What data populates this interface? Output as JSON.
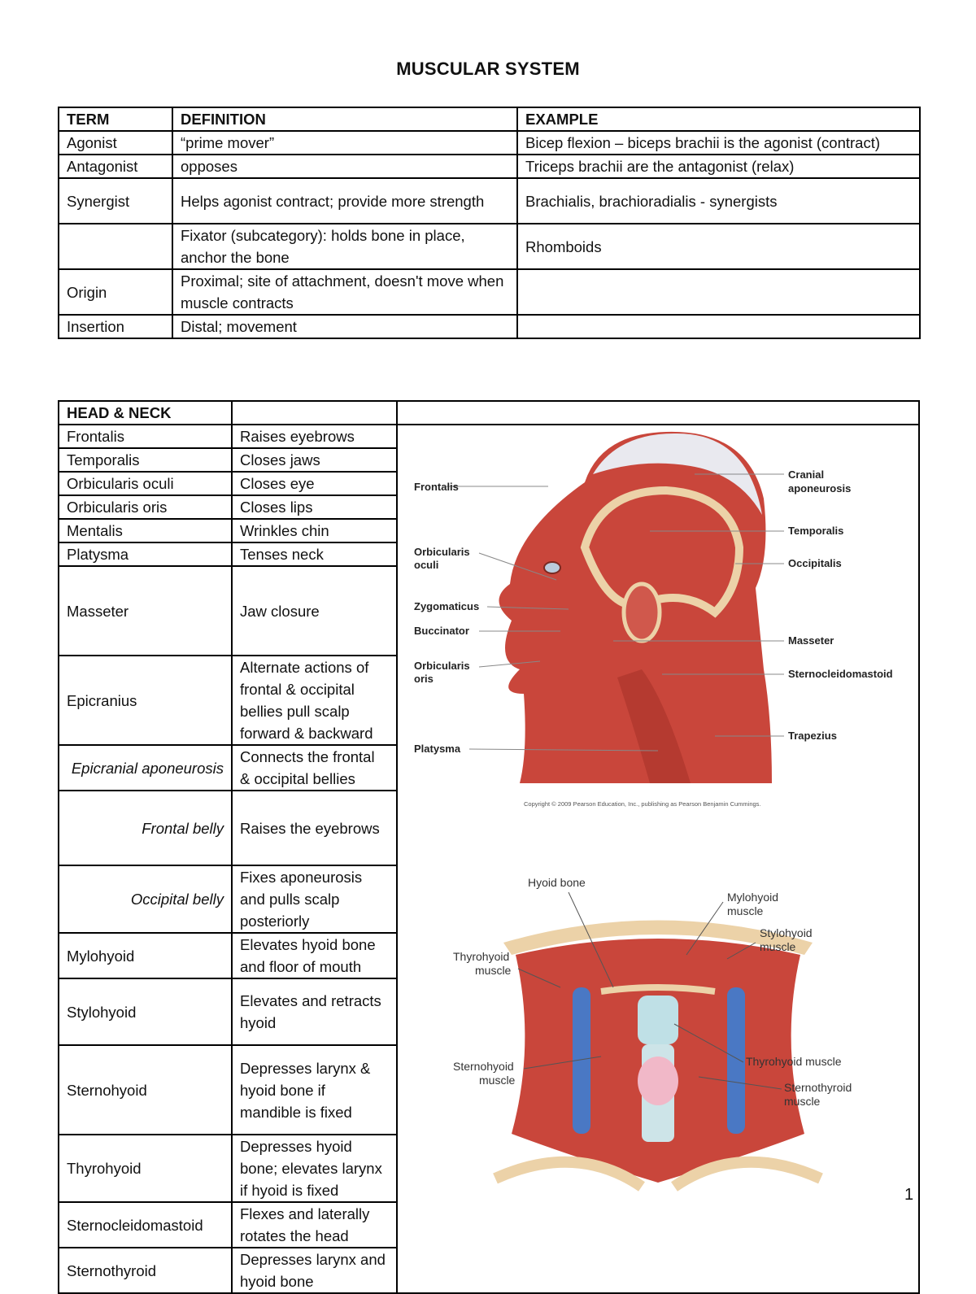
{
  "title": "MUSCULAR SYSTEM",
  "terms_table": {
    "headers": [
      "TERM",
      "DEFINITION",
      "EXAMPLE"
    ],
    "rows": [
      {
        "term": "Agonist",
        "definition": "“prime mover”",
        "example": "Bicep flexion – biceps brachii is the agonist (contract)"
      },
      {
        "term": "Antagonist",
        "definition": "opposes",
        "example": "Triceps brachii are the antagonist (relax)"
      },
      {
        "term": "Synergist",
        "definition": "Helps agonist contract; provide more strength",
        "example": "Brachialis, brachioradialis - synergists"
      },
      {
        "term": "",
        "definition": "Fixator (subcategory): holds bone in place, anchor the bone",
        "example": "Rhomboids"
      },
      {
        "term": "Origin",
        "definition": "Proximal; site of attachment, doesn't move when muscle contracts",
        "example": ""
      },
      {
        "term": "Insertion",
        "definition": "Distal; movement",
        "example": ""
      }
    ]
  },
  "head_neck_table": {
    "header": "HEAD & NECK",
    "rows": [
      {
        "muscle": "Frontalis",
        "action": "Raises eyebrows"
      },
      {
        "muscle": "Temporalis",
        "action": "Closes jaws"
      },
      {
        "muscle": "Orbicularis oculi",
        "action": "Closes eye"
      },
      {
        "muscle": "Orbicularis oris",
        "action": "Closes lips"
      },
      {
        "muscle": "Mentalis",
        "action": "Wrinkles chin"
      },
      {
        "muscle": "Platysma",
        "action": "Tenses neck"
      },
      {
        "muscle": "Masseter",
        "action": "Jaw closure"
      },
      {
        "muscle": "Epicranius",
        "action": "Alternate actions of frontal & occipital bellies pull scalp forward & backward"
      },
      {
        "muscle": "Epicranial aponeurosis",
        "action": "Connects the frontal & occipital bellies",
        "italic": true
      },
      {
        "muscle": "Frontal belly",
        "action": "Raises the eyebrows",
        "italic": true
      },
      {
        "muscle": "Occipital belly",
        "action": "Fixes aponeurosis and pulls scalp posteriorly",
        "italic": true
      },
      {
        "muscle": "Mylohyoid",
        "action": "Elevates hyoid bone and floor of mouth"
      },
      {
        "muscle": "Stylohyoid",
        "action": "Elevates and retracts hyoid"
      },
      {
        "muscle": "Sternohyoid",
        "action": "Depresses larynx & hyoid bone if mandible is fixed"
      },
      {
        "muscle": "Thyrohyoid",
        "action": "Depresses hyoid bone; elevates larynx if hyoid is fixed"
      },
      {
        "muscle": "Sternocleidomastoid",
        "action": "Flexes and laterally rotates the head"
      },
      {
        "muscle": "Sternothyroid",
        "action": "Depresses larynx and hyoid bone"
      }
    ]
  },
  "head_figure": {
    "labels_left": [
      "Frontalis",
      "Orbicularis",
      "oculi",
      "Zygomaticus",
      "Buccinator",
      "Orbicularis",
      "oris",
      "Platysma"
    ],
    "labels_right": [
      "Cranial",
      "aponeurosis",
      "Temporalis",
      "Occipitalis",
      "Masseter",
      "Sternocleidomastoid",
      "Trapezius"
    ],
    "copyright": "Copyright © 2009 Pearson Education, Inc., publishing as Pearson Benjamin Cummings."
  },
  "neck_figure": {
    "labels": [
      "Hyoid bone",
      "Mylohyoid",
      "muscle",
      "Stylohyoid",
      "muscle",
      "Thyrohyoid",
      "muscle",
      "Sternohyoid",
      "muscle",
      "Thyrohyoid muscle",
      "Sternothyroid",
      "muscle"
    ]
  },
  "page_number": "1",
  "colors": {
    "muscle": "#c9463b",
    "muscle_dark": "#9e2a22",
    "tendon": "#ecd2a8",
    "aponeurosis": "#e9e9ef",
    "vessel": "#4a78c4"
  }
}
